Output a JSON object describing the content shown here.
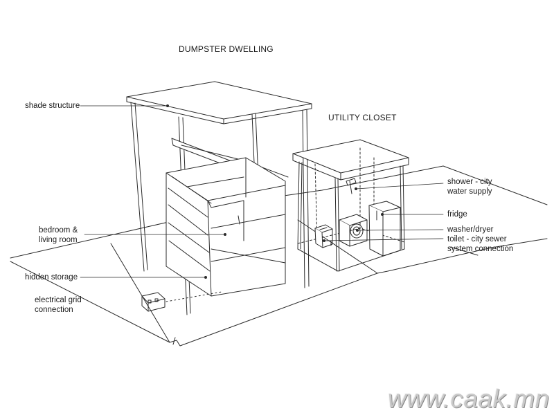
{
  "titles": {
    "dumpster": "DUMPSTER DWELLING",
    "utility": "UTILITY CLOSET"
  },
  "labels": {
    "shade": "shade structure",
    "bedroom_line1": "bedroom &",
    "bedroom_line2": "living room",
    "storage": "hidden storage",
    "grid_line1": "electrical grid",
    "grid_line2": "connection",
    "shower_line1": "shower - city",
    "shower_line2": "water supply",
    "fridge": "fridge",
    "washer": "washer/dryer",
    "toilet_line1": "toilet - city sewer",
    "toilet_line2": "system connection"
  },
  "watermark": "www.caak.mn",
  "colors": {
    "line": "#2a2a2a",
    "text": "#1a1a1a",
    "watermark": "#c9c9c9"
  }
}
